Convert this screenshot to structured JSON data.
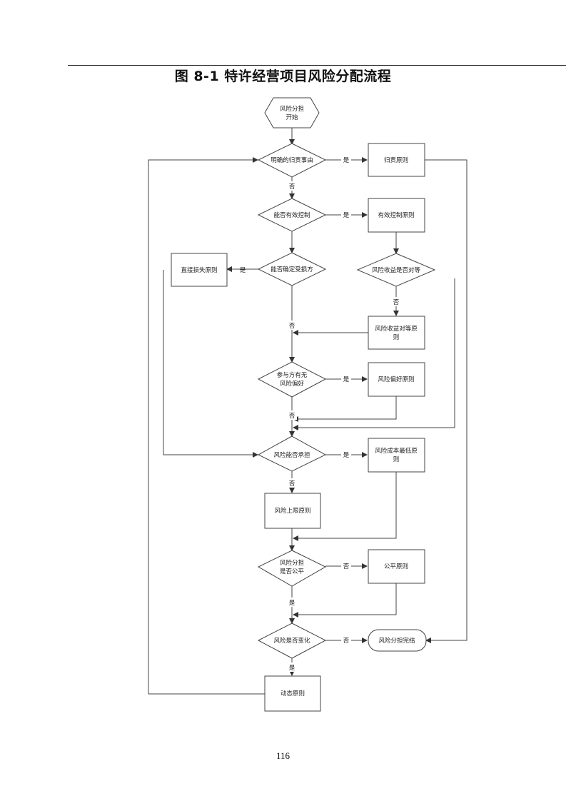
{
  "title": "图 8-1 特许经营项目风险分配流程",
  "page_number": "116",
  "nodes": {
    "start_l1": "风险分担",
    "start_l2": "开始",
    "d1": "明确的归责事由",
    "b1": "归责原则",
    "d2": "能否有效控制",
    "b2": "有效控制原则",
    "d3": "能否确定受损方",
    "b_direct": "直接损失原则",
    "d_benefit": "风险收益是否对等",
    "b_benefit_l1": "风险收益对等原",
    "b_benefit_l2": "则",
    "d4_l1": "参与方有无",
    "d4_l2": "风险偏好",
    "b4": "风险偏好原则",
    "d5": "风险能否承担",
    "b5_l1": "风险成本最低原",
    "b5_l2": "则",
    "b_upper": "风险上限原则",
    "d6_l1": "风险分担",
    "d6_l2": "是否公平",
    "b6": "公平原则",
    "d7": "风险是否变化",
    "end": "风险分担完结",
    "b_dynamic": "动态原则"
  },
  "edge_labels": {
    "yes": "是",
    "no": "否"
  },
  "colors": {
    "line": "#444444",
    "text": "#222222"
  }
}
